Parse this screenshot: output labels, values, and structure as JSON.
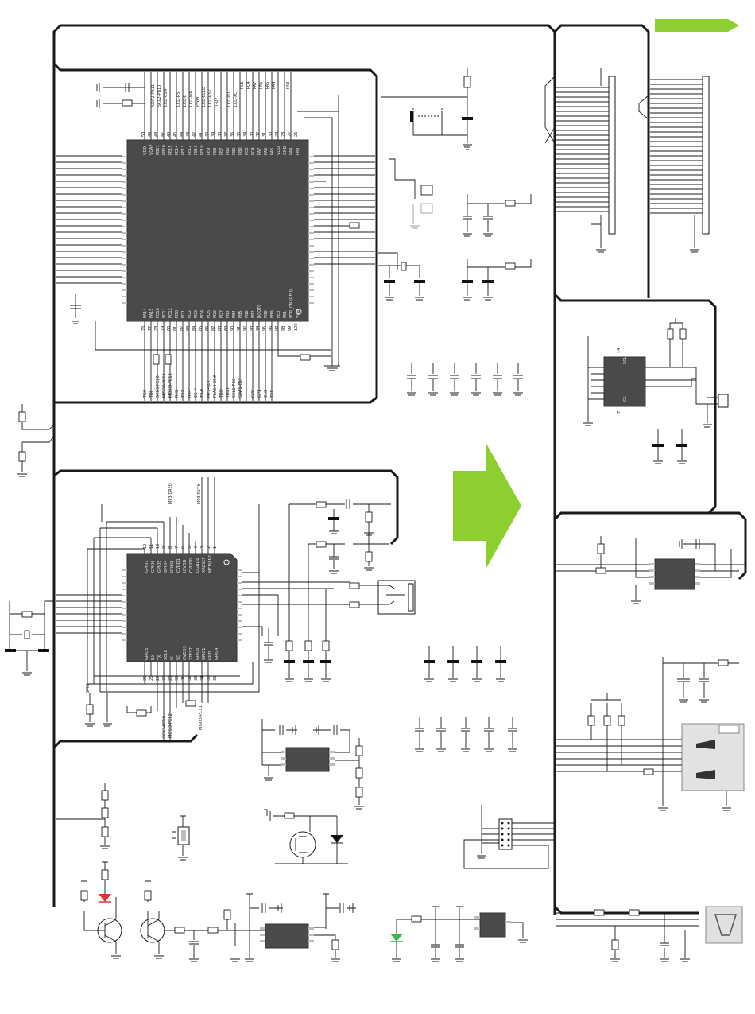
{
  "colors": {
    "arrow": "#8ccf2e",
    "chip": "#4a4a4a",
    "wire": "#1a1a1a",
    "led_red": "#e03030",
    "led_green": "#3fb54a"
  },
  "labels": {
    "mcu_top_pins": [
      "50",
      "49",
      "48",
      "47",
      "46",
      "45",
      "44",
      "43",
      "42",
      "41",
      "40",
      "39",
      "38",
      "37",
      "36",
      "35",
      "34",
      "33",
      "32",
      "31",
      "30",
      "29",
      "28",
      "27",
      "26"
    ],
    "mcu_bottom_pins": [
      "76",
      "77",
      "78",
      "79",
      "80",
      "81",
      "82",
      "83",
      "84",
      "85",
      "86",
      "87",
      "88",
      "89",
      "90",
      "91",
      "92",
      "93",
      "94",
      "95",
      "96",
      "97",
      "98",
      "99",
      "100"
    ],
    "mcu_top_names": [
      "VDD",
      "VCAP",
      "PB11",
      "PB10",
      "PE15",
      "PE14",
      "PE13",
      "PE12",
      "PE11",
      "PE10",
      "PE9",
      "PE8",
      "PE7",
      "PB2",
      "PB1",
      "PB0",
      "PC5",
      "PC4",
      "PA7",
      "PA6",
      "PA5",
      "VDD",
      "GND",
      "PA4",
      "PA3"
    ],
    "mcu_bottom_names": [
      "PA14",
      "PA15",
      "PC10",
      "PC11",
      "PC12",
      "PD0",
      "PD1",
      "PD2",
      "PD3",
      "PD4",
      "PD5",
      "PD6",
      "PD7",
      "PB3",
      "PB4",
      "PB5",
      "PB6",
      "PB7",
      "BOOT0",
      "PB8",
      "PB9",
      "PE0",
      "PE1",
      "PDR_ON (RFU)",
      "VDD"
    ],
    "mcu_top_nets": [
      "SDA2-PB11",
      "SCL2-PB10",
      "LCD-CS#",
      "LCD-RS",
      "LCD-E",
      "LCD-WR",
      "PWM",
      "LCD-BLED",
      "LCD-RST",
      "T-D7",
      "LCD-YU",
      "LCD-XL",
      "PC5",
      "PC4",
      "PA7",
      "PA6",
      "PA5",
      "PA4",
      "PA3"
    ],
    "mcu_bottom_nets": [
      "TCK",
      "TDI",
      "SCK3-PC10",
      "MISO3-PC11",
      "MOSI3-PC12",
      "RX2",
      "TX2",
      "RX-P",
      "CS-P",
      "TX-P",
      "MP3-RST",
      "FLASH-CS#",
      "TDO",
      "TRST",
      "SCL1-PB6",
      "SDA1-PB7",
      "GP0",
      "GP1",
      "CLK",
      "TXD"
    ],
    "mp3_top_pins": [
      "12",
      "11",
      "10",
      "9",
      "8",
      "7",
      "6",
      "5",
      "4",
      "3",
      "2",
      "1"
    ],
    "mp3_bottom_pins": [
      "25",
      "26",
      "27",
      "28",
      "29",
      "30",
      "31",
      "32",
      "33",
      "34",
      "35",
      "36"
    ],
    "mp3_top_names": [
      "GPIO7",
      "GPIO6",
      "GPIO5",
      "GPIO4",
      "DREQ",
      "CVDD1",
      "IOVDD",
      "CVDD0",
      "DGND0",
      "XRESET",
      "MCP(LN1)"
    ],
    "mp3_bottom_names": [
      "GPIO5",
      "RX",
      "TX",
      "SCLK",
      "SI",
      "SO",
      "CVDD3",
      "XTEST",
      "GPIO0",
      "GPIO1",
      "GND",
      "GPIO4"
    ],
    "mp3_nets_top": [
      "MP3-DREQ",
      "MP3-RST#"
    ],
    "mp3_nets_bottom": [
      "SCK3-PC10",
      "MISO3-PC11",
      "MOSI3-PC12"
    ],
    "gpio_label": "GPIO",
    "eeprom_pins": [
      "SCL",
      "CS"
    ],
    "eeprom_pin_nums": [
      "14",
      "7"
    ]
  }
}
